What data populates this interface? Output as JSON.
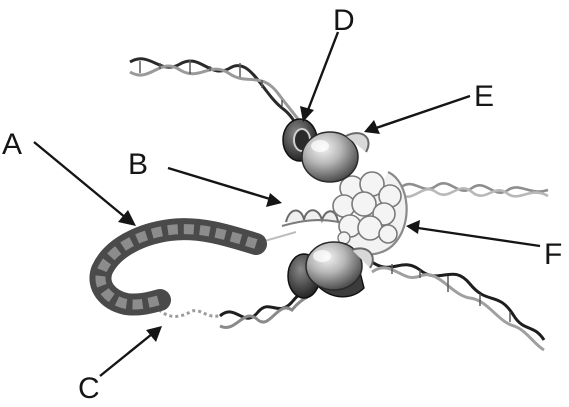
{
  "diagram": {
    "labels": {
      "A": "A",
      "B": "B",
      "C": "C",
      "D": "D",
      "E": "E",
      "F": "F"
    }
  }
}
